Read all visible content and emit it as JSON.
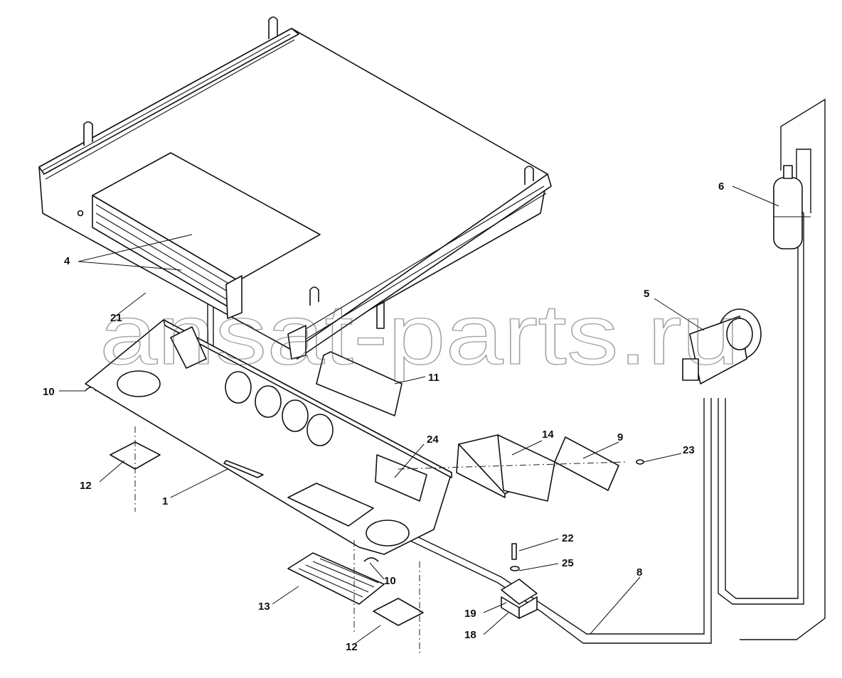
{
  "watermark": "ansat-parts.ru",
  "callouts": [
    {
      "id": "c1",
      "text": "1"
    },
    {
      "id": "c4",
      "text": "4"
    },
    {
      "id": "c5",
      "text": "5"
    },
    {
      "id": "c6",
      "text": "6"
    },
    {
      "id": "c8",
      "text": "8"
    },
    {
      "id": "c9",
      "text": "9"
    },
    {
      "id": "c10a",
      "text": "10"
    },
    {
      "id": "c10b",
      "text": "10"
    },
    {
      "id": "c11",
      "text": "11"
    },
    {
      "id": "c12a",
      "text": "12"
    },
    {
      "id": "c12b",
      "text": "12"
    },
    {
      "id": "c13",
      "text": "13"
    },
    {
      "id": "c14",
      "text": "14"
    },
    {
      "id": "c18",
      "text": "18"
    },
    {
      "id": "c19",
      "text": "19"
    },
    {
      "id": "c21",
      "text": "21"
    },
    {
      "id": "c22",
      "text": "22"
    },
    {
      "id": "c23",
      "text": "23"
    },
    {
      "id": "c24",
      "text": "24"
    },
    {
      "id": "c25",
      "text": "25"
    }
  ]
}
